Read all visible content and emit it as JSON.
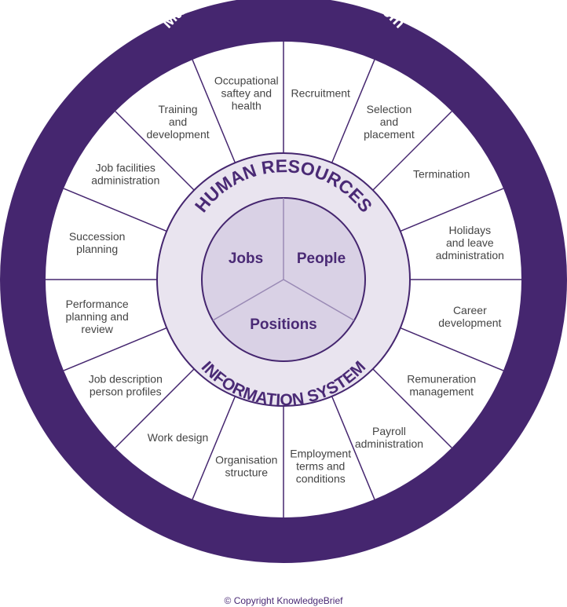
{
  "outer_title": "Management Information System",
  "hris_top": "HUMAN RESOURCES",
  "hris_bottom": "INFORMATION SYSTEM",
  "core": {
    "jobs": "Jobs",
    "people": "People",
    "positions": "Positions"
  },
  "segments": [
    {
      "lines": [
        "Recruitment"
      ]
    },
    {
      "lines": [
        "Selection",
        "and",
        "placement"
      ]
    },
    {
      "lines": [
        "Termination"
      ]
    },
    {
      "lines": [
        "Holidays",
        "and leave",
        "administration"
      ]
    },
    {
      "lines": [
        "Career",
        "development"
      ]
    },
    {
      "lines": [
        "Remuneration",
        "management"
      ]
    },
    {
      "lines": [
        "Payroll",
        "administration"
      ]
    },
    {
      "lines": [
        "Employment",
        "terms and",
        "conditions"
      ]
    },
    {
      "lines": [
        "Organisation",
        "structure"
      ]
    },
    {
      "lines": [
        "Work design"
      ]
    },
    {
      "lines": [
        "Job description",
        "person profiles"
      ]
    },
    {
      "lines": [
        "Performance",
        "planning and",
        "review"
      ]
    },
    {
      "lines": [
        "Succession",
        "planning"
      ]
    },
    {
      "lines": [
        "Job facilities",
        "administration"
      ]
    },
    {
      "lines": [
        "Training",
        "and",
        "development"
      ]
    },
    {
      "lines": [
        "Occupational",
        "saftey and",
        "health"
      ]
    }
  ],
  "copyright": "© Copyright KnowledgeBrief",
  "colors": {
    "purple": "#45266f",
    "light": "#e9e4ef",
    "mid": "#d9d1e5",
    "text": "#444444"
  }
}
